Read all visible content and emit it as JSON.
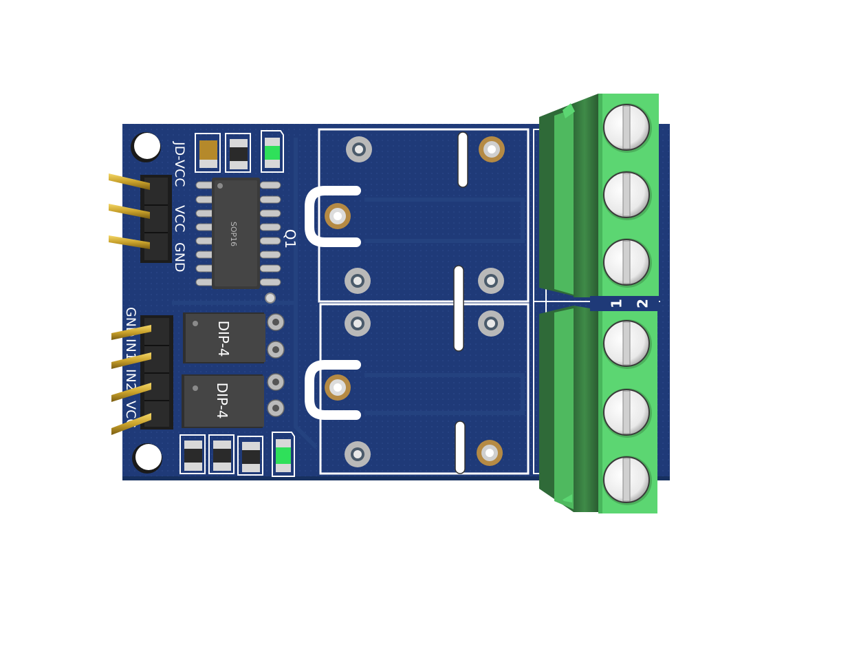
{
  "header_labels": {
    "jd_vcc": "JD-VCC",
    "vcc": "VCC",
    "gnd": "GND"
  },
  "input_labels": {
    "gnd": "GND",
    "in1": "IN1",
    "in2": "IN2",
    "vcc": "VCC"
  },
  "ic": {
    "package": "SOP16",
    "designator": "Q1"
  },
  "optocouplers": [
    "DIP-4",
    "DIP-4"
  ],
  "terminal_labels": [
    "1",
    "2"
  ],
  "colors": {
    "board": "#1f3a78",
    "board_edge": "#17305f",
    "silkscreen": "#ffffff",
    "terminal_block": "#5cd672",
    "terminal_shadow": "#2f6a38",
    "led": "#2fe05a",
    "pin_gold": "#c9a22b",
    "pad_copper": "#b58a44"
  },
  "icons": {
    "mounting_hole": "mounting-hole-icon",
    "screw": "screw-icon",
    "led": "led-icon"
  }
}
